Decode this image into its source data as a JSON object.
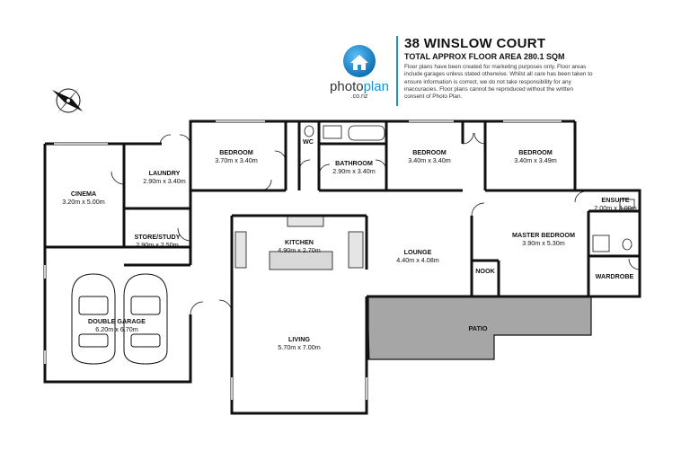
{
  "header": {
    "title": "38 WINSLOW COURT",
    "subtitle": "TOTAL APPROX FLOOR AREA 280.1 SQM",
    "disclaimer": "Floor plans have been created for marketing purposes only. Floor areas include garages unless stated otherwise. Whilst all care has been taken to ensure information is correct, we do not take responsibility for any inaccuracies. Floor plans cannot be reproduced without the written consent of Photo Plan."
  },
  "logo": {
    "brand_part1": "photo",
    "brand_part2": "plan",
    "domain": ".co.nz",
    "icon": "house-icon",
    "accent": "#1a8fd6"
  },
  "compass": {
    "icon": "compass-icon"
  },
  "rooms": [
    {
      "id": "cinema",
      "name": "CINEMA",
      "dims": "3.20m  x 5.00m"
    },
    {
      "id": "laundry",
      "name": "LAUNDRY",
      "dims": "2.90m  x 3.40m"
    },
    {
      "id": "bedroom1",
      "name": "BEDROOM",
      "dims": "3.70m  x 3.40m"
    },
    {
      "id": "wc",
      "name": "WC",
      "dims": ""
    },
    {
      "id": "bathroom",
      "name": "BATHROOM",
      "dims": "2.90m  x 3.40m"
    },
    {
      "id": "bedroom2",
      "name": "BEDROOM",
      "dims": "3.40m  x 3.40m"
    },
    {
      "id": "bedroom3",
      "name": "BEDROOM",
      "dims": "3.40m  x 3.49m"
    },
    {
      "id": "ensuite",
      "name": "ENSUITE",
      "dims": "2.00m  x 3.00m"
    },
    {
      "id": "master",
      "name": "MASTER BEDROOM",
      "dims": "3.90m  x 5.30m"
    },
    {
      "id": "wardrobe",
      "name": "WARDROBE",
      "dims": ""
    },
    {
      "id": "nook",
      "name": "NOOK",
      "dims": ""
    },
    {
      "id": "lounge",
      "name": "LOUNGE",
      "dims": "4.40m  x 4.08m"
    },
    {
      "id": "kitchen",
      "name": "KITCHEN",
      "dims": "4.90m  x 2.70m"
    },
    {
      "id": "store",
      "name": "STORE/STUDY",
      "dims": "2.90m  x 2.50m"
    },
    {
      "id": "garage",
      "name": "DOUBLE GARAGE",
      "dims": "6.20m  x 6.70m"
    },
    {
      "id": "living",
      "name": "LIVING",
      "dims": "5.70m  x 7.00m"
    },
    {
      "id": "patio",
      "name": "PATIO",
      "dims": ""
    }
  ],
  "colors": {
    "wall": "#111111",
    "patio": "#a6a6a6",
    "bench": "#d9d9d9"
  }
}
